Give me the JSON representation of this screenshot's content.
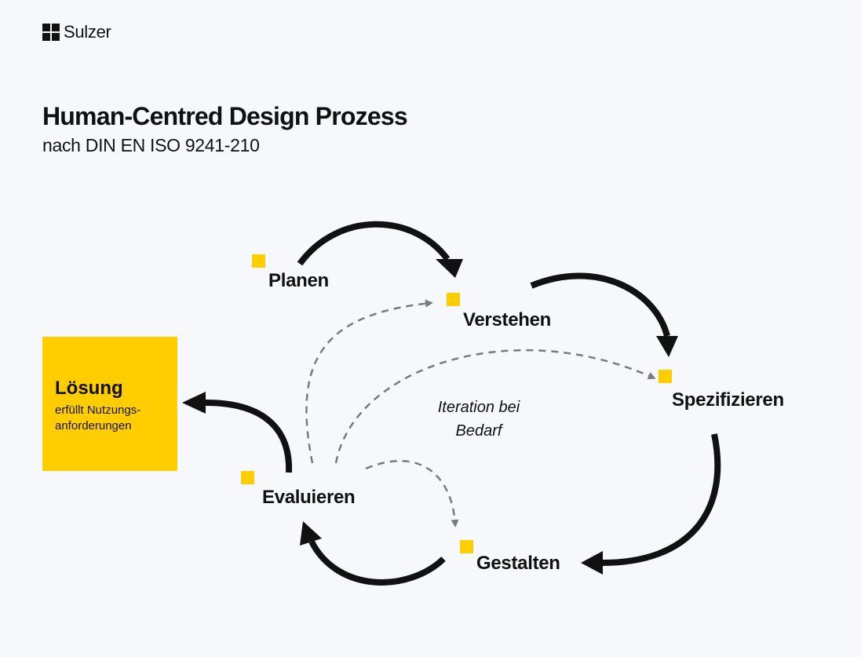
{
  "brand": {
    "name": "Sulzer"
  },
  "title": "Human-Centred Design Prozess",
  "subtitle": "nach DIN EN ISO 9241-210",
  "steps": {
    "planen": "Planen",
    "verstehen": "Verstehen",
    "spezifizieren": "Spezifizieren",
    "gestalten": "Gestalten",
    "evaluieren": "Evaluieren"
  },
  "solution": {
    "title": "Lösung",
    "text": "erfüllt Nutzungs-anforderungen"
  },
  "iteration_note": "Iteration bei Bedarf",
  "colors": {
    "accent": "#ffcd00",
    "arrow": "#111111",
    "dashed": "#7a7a7a",
    "background": "#f7f8fc"
  }
}
